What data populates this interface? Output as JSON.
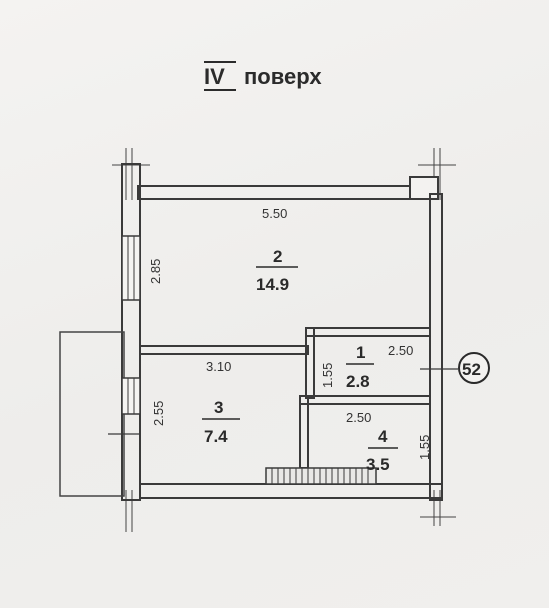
{
  "header": {
    "roman": "IV",
    "word": "поверх"
  },
  "badge": "52",
  "rooms": [
    {
      "number": "2",
      "area": "14.9"
    },
    {
      "number": "1",
      "area": "2.8"
    },
    {
      "number": "3",
      "area": "7.4"
    },
    {
      "number": "4",
      "area": "3.5"
    }
  ],
  "dimensions": {
    "top_width": "5.50",
    "left_upper_height": "2.85",
    "middle_width": "3.10",
    "left_lower_height": "2.55",
    "room1_height": "1.55",
    "room1_width": "2.50",
    "room4_width": "2.50",
    "room4_height": "1.55"
  }
}
